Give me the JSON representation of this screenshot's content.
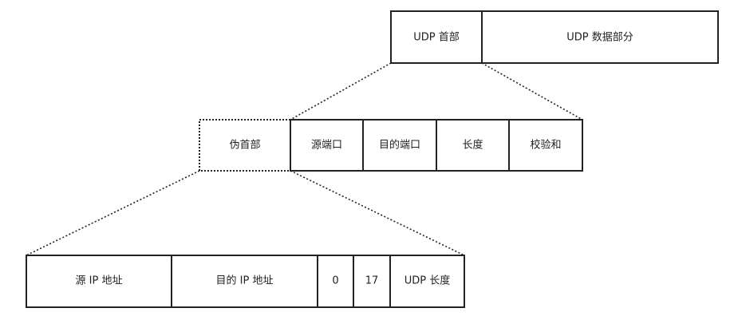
{
  "udp_datagram": {
    "header_label": "UDP 首部",
    "data_label": "UDP 数据部分"
  },
  "header_fields": {
    "pseudo_header_label": "伪首部",
    "items": [
      {
        "label": "源端口"
      },
      {
        "label": "目的端口"
      },
      {
        "label": "长度"
      },
      {
        "label": "校验和"
      }
    ]
  },
  "pseudo_header_fields": {
    "items": [
      {
        "label": "源 IP 地址"
      },
      {
        "label": "目的 IP 地址"
      },
      {
        "label": "0"
      },
      {
        "label": "17"
      },
      {
        "label": "UDP 长度"
      }
    ]
  },
  "colors": {
    "stroke": "#222222",
    "background": "#ffffff"
  }
}
